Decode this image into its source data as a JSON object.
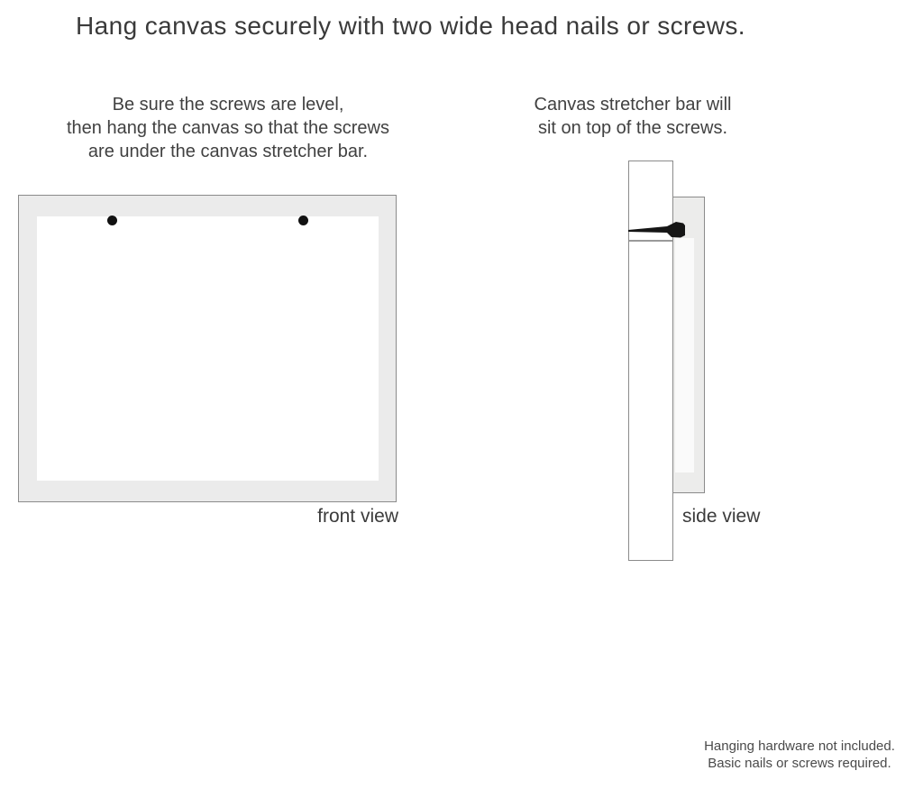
{
  "title": "Hang canvas securely with two wide head nails or screws.",
  "instructions": {
    "left_lines": [
      "Be sure the screws are level,",
      "then hang the canvas so that the screws",
      "are under the canvas stretcher bar."
    ],
    "right_lines": [
      "Canvas stretcher bar will",
      "sit on top of the screws."
    ]
  },
  "diagram": {
    "front_view_label": "front view",
    "side_view_label": "side view",
    "screw_count": 2
  },
  "footnote_lines": [
    "Hanging hardware not included.",
    "Basic nails or screws required."
  ],
  "colors": {
    "canvas_frame_fill": "#ebebeb",
    "canvas_inner_fill": "#ffffff",
    "outline": "#8b8b8b",
    "nail": "#151515",
    "text": "#3b3b3b"
  },
  "icons": {
    "nail_icon": "nail pointing left into stretcher bar",
    "screw_dot_icon": "round wide screw head"
  }
}
